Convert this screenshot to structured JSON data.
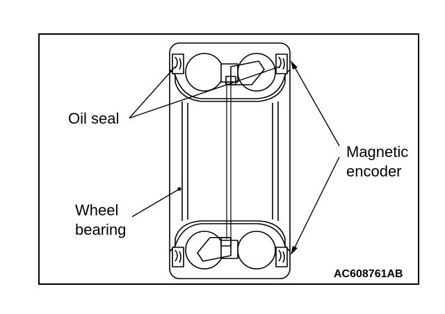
{
  "labels": {
    "oil_seal": "Oil seal",
    "magnetic_encoder_line1": "Magnetic",
    "magnetic_encoder_line2": "encoder",
    "wheel_bearing_line1": "Wheel",
    "wheel_bearing_line2": "bearing"
  },
  "figure_code": "AC608761AB",
  "colors": {
    "line": "#000000",
    "background": "#ffffff"
  }
}
